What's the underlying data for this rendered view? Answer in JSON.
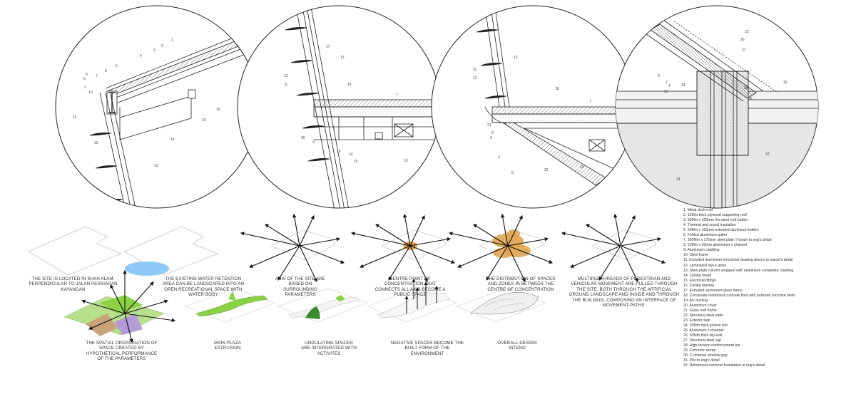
{
  "captions": {
    "site_location": "THE SITE IS LOCATED IN SHAH ALAM, PERPENDICULAR TO JALAN PERSIARAN KAYANGAN",
    "water_retention": "THE EXISTING WATER RETENTION AREA CAN BE LANDSCAPED INTO AN OPEN RECREATIONAL SPACE WITH WATER BODY",
    "axis": "AXIS OF THE SITE ARE BASED ON SURROUNDING PARAMETERS",
    "centre_point": "CENTRE POINT OF CONCENTRATION THAT CONNECTS ALL AXIS BECOME A PUBLIC SPACE",
    "distribution": "THE DISTRIBUTION OF SPACES AND ZONES IN BETWEEN THE CENTRE OF CONCENTRATION",
    "threads": "MULTIPLE THREADS OF PEDESTRIAN AND VEHICULAR MOVEMENT ARE PULLED THROUGH THE SITE, BOTH THROUGH THE ARTIFICIAL GROUND LANDSCAPE AND INSIDE AND THROUGH THE BUILDING, COMPOSING AN INTERFACE OF MOVEMENT-PATHS.",
    "spatial_org": "THE SPATIAL ORGANISATION OF SPACE CREATED BY HYPOTHETICAL PERFORMANCE OF THE PARAMETERS",
    "main_plaza": "MAIN PLAZA EXTRUSION",
    "undulating": "UNDULATING SPACES ARE INTERGRATED WITH ACTIVITES",
    "negative": "NEGATIVE SPACES BECOME THE BUILT FORM OF THE ENVIRONMENT",
    "overall": "OVERALL DESIGN INTEND"
  },
  "legend": [
    "1. Metal deck roof",
    "2. 15Mm thick plywood supporting roof",
    "3. 50Mm x 100mm rhs steel roof batten",
    "4. Thermal and sound insulation",
    "5. 50Mm x 100mm extruded aluminium  batten",
    "6. Folded aluminium gutter",
    "7. 350Mm x 175mm steel plate 'I' beam to eng's detail",
    "8. 10Mm x 20mm aluminium c-channel",
    "9. Aluminium cladding",
    "10. Steel frame",
    "11. Extruded aluminium horizontal shading device to manuf's detail",
    "12. Laminated low-e glass",
    "13. Steel plate column wrapped with aluminium composite cladding",
    "14. Ceiling board",
    "15. Electrical fittings",
    "16. Ceiling bracing",
    "17. Extruded aluminium glass frame",
    "18. Composite reinforced concrete floor with polished concrete finish",
    "19. A/c ducting",
    "20. Aluminium cover",
    "21. Glass end frame",
    "22. Structural steel plate",
    "23. Exterior slab",
    "24. 20Mm thick groove line",
    "25. Aluminium c-channel",
    "26. 50Mm thick dry wall",
    "27. Structural steel cap",
    "28. High-tension reinforcement bar",
    "29. Concrete stump",
    "30. C-channel shadow gap",
    "31. Pile to eng's detail",
    "32. Reinforced concrete foundation to eng's detail"
  ],
  "detail_numbers": {
    "d1": [
      "1",
      "2",
      "3",
      "4",
      "5",
      "6",
      "7",
      "8",
      "9",
      "2",
      "10",
      "11",
      "12",
      "13",
      "14",
      "15",
      "16"
    ],
    "d2": [
      "17",
      "13",
      "12",
      "11",
      "18",
      "7",
      "20",
      "3",
      "14",
      "15",
      "16",
      "19"
    ],
    "d3": [
      "13",
      "11",
      "12",
      "18",
      "7",
      "21",
      "9",
      "2",
      "4",
      "8",
      "22",
      "19"
    ],
    "d4": [
      "25",
      "26",
      "27",
      "9",
      "2",
      "4",
      "24",
      "23",
      "28",
      "29",
      "30",
      "32",
      "31"
    ]
  },
  "colors": {
    "line": "#222222",
    "water": "#8ec8f4",
    "centre": "#e0a24b",
    "green": "#8ad143",
    "light_green": "#b8e08a",
    "purple": "#b49ad6",
    "brown": "#c7a27a",
    "concrete": "#e6e6e6",
    "dark_green": "#3c8a2e"
  }
}
